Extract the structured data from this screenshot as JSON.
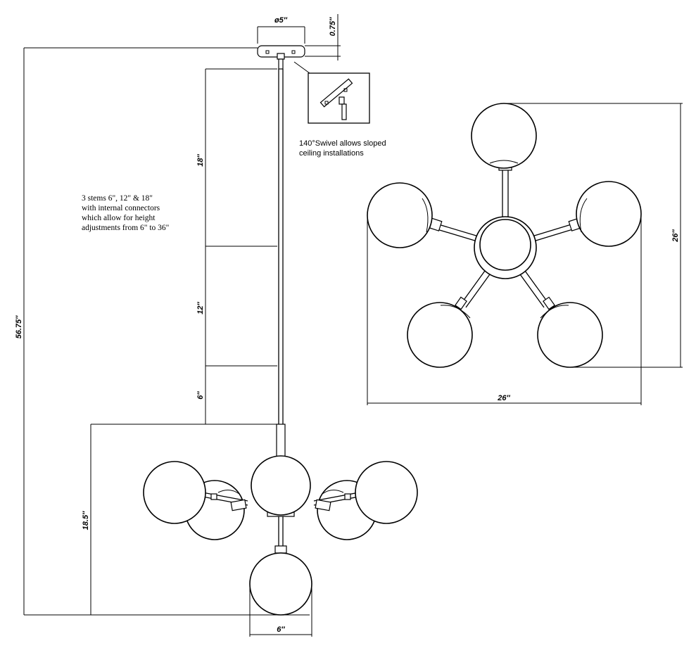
{
  "dimensions": {
    "canopy_diameter": "ø5″",
    "canopy_height": "0.75″",
    "overall_height": "56.75″",
    "stem_18": "18″",
    "stem_12": "12″",
    "stem_6": "6″",
    "fixture_height": "18.5″",
    "globe_width": "6″",
    "plan_width": "26″",
    "plan_depth": "26″"
  },
  "notes": {
    "swivel_line1": "140°Swivel allows sloped",
    "swivel_line2": "ceiling installations",
    "stems_line1": "3 stems 6\", 12\" & 18\"",
    "stems_line2": "with internal connectors",
    "stems_line3": "which allow for height",
    "stems_line4": "adjustments from 6\" to 36\""
  }
}
